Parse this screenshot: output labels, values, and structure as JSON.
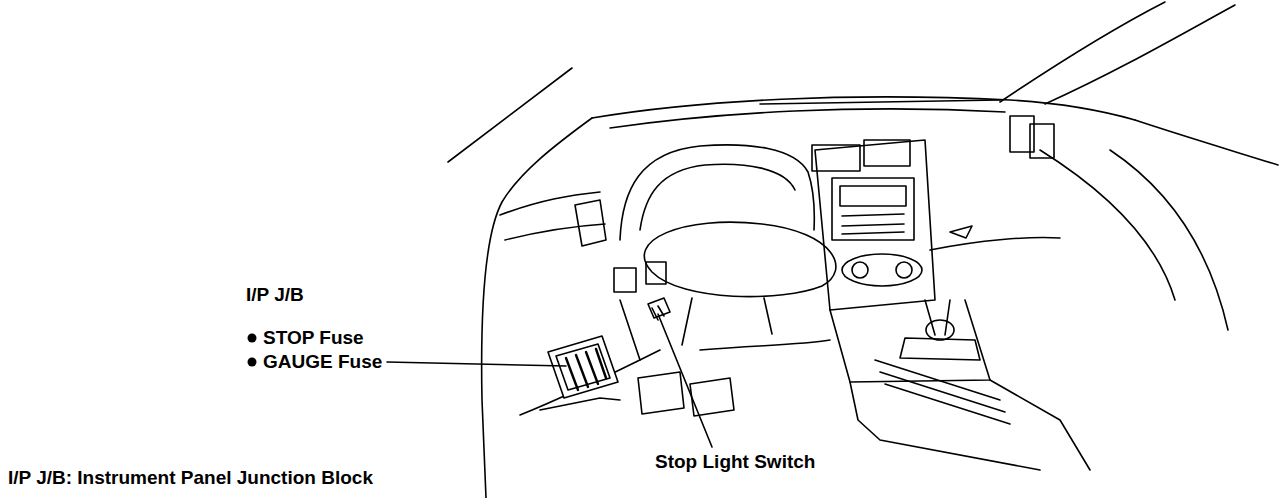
{
  "diagram": {
    "labels": [
      "I/P J/B",
      "STOP Fuse",
      "GAUGE Fuse",
      "Stop Light Switch",
      "I/P J/B: Instrument Panel Junction Block"
    ]
  }
}
